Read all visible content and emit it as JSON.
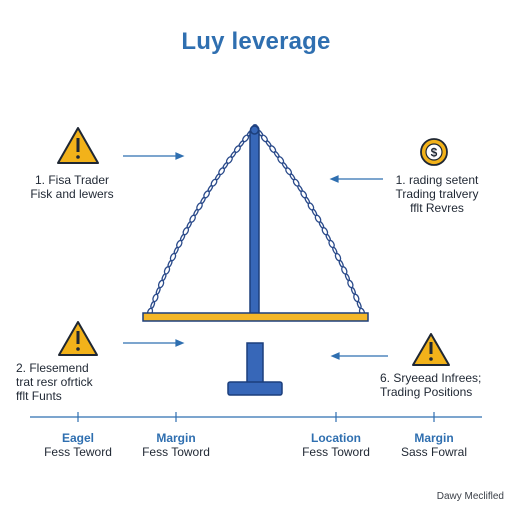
{
  "title": "Luy leverage",
  "notes": [
    {
      "lines": [
        "1. Fisa Trader",
        "Fisk and lewers"
      ]
    },
    {
      "lines": [
        "1. rading setent",
        "Trading tralvery",
        "fflt Revres"
      ]
    },
    {
      "lines": [
        "2. Flesemend",
        "trat resr ofrtick",
        "fflt Funts"
      ]
    },
    {
      "lines": [
        "6. Sryeead Infrees;",
        "Trading Positions"
      ]
    }
  ],
  "axis_labels": [
    {
      "head": "Eagel",
      "sub": "Fess Teword"
    },
    {
      "head": "Margin",
      "sub": "Fess Toword"
    },
    {
      "head": "Location",
      "sub": "Fess Toword"
    },
    {
      "head": "Margin",
      "sub": "Sass Fowral"
    }
  ],
  "icons": [
    "warning-icon",
    "dollar-coin-icon",
    "warning-icon",
    "warning-icon"
  ],
  "colors": {
    "accent_blue": "#2f6fb0",
    "warning_yellow": "#f2b21a",
    "beam_yellow": "#f4b728",
    "chain": "#2a4a8a"
  },
  "credit": "Dawy Meclifled"
}
